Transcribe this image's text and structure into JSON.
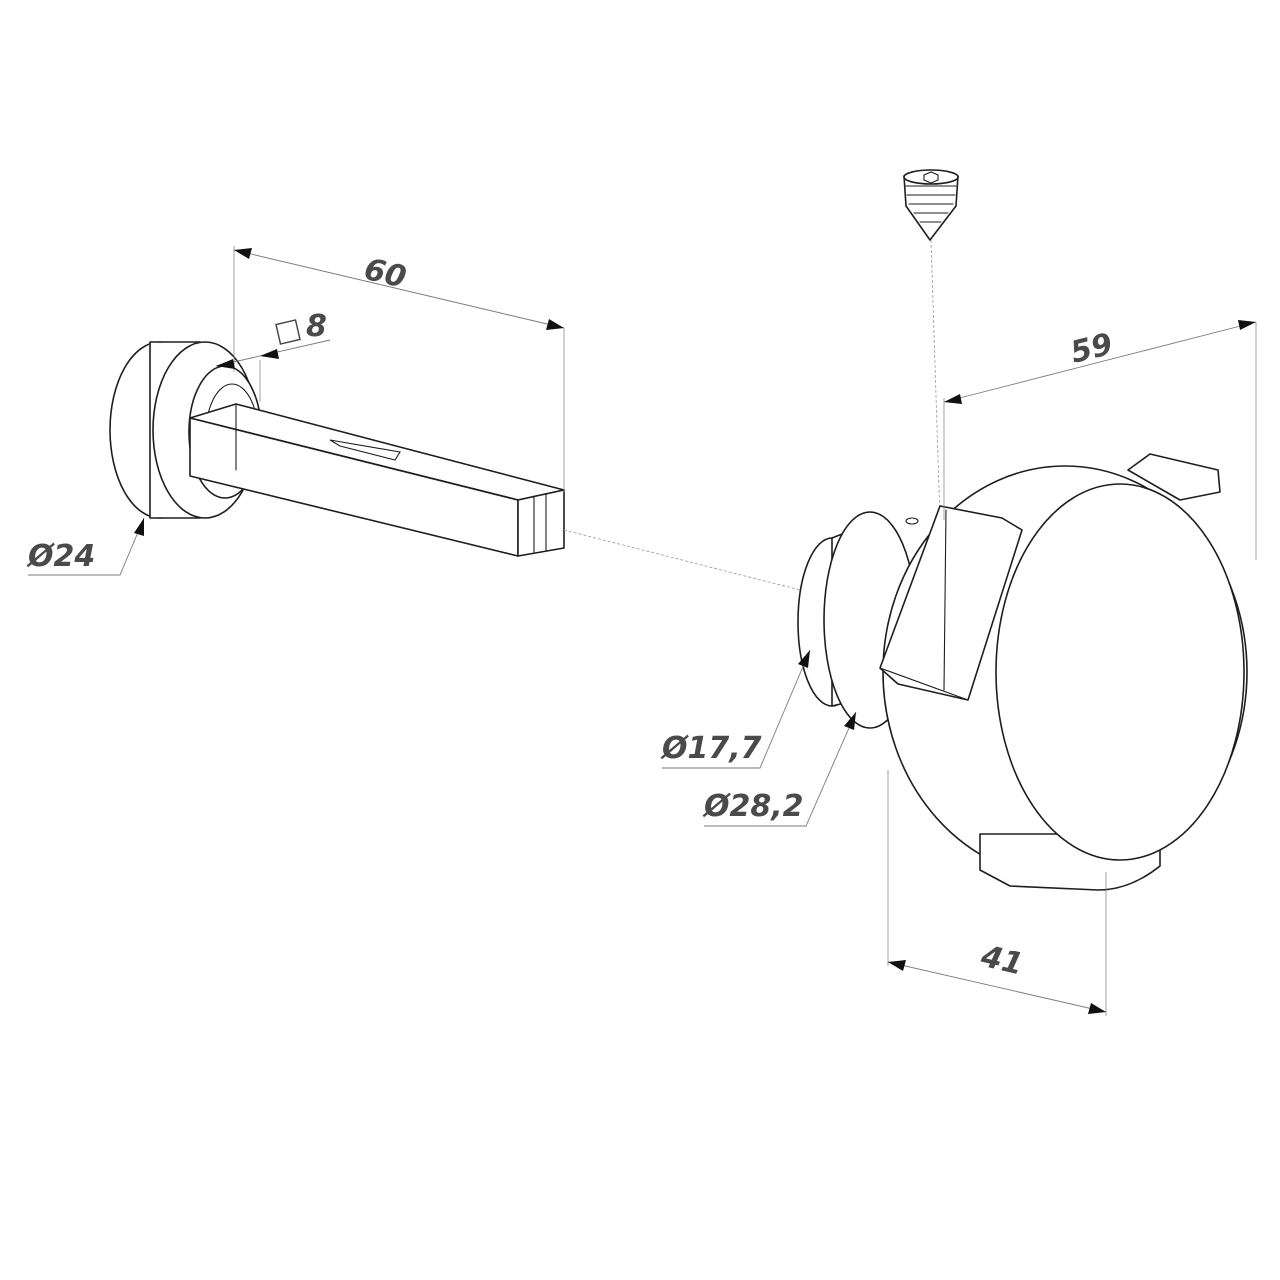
{
  "dimensions": {
    "spindle_length": "60",
    "spindle_square": "8",
    "rose_diameter": "Ø24",
    "knob_depth": "59",
    "neck_diameter": "Ø17,7",
    "base_diameter": "Ø28,2",
    "knob_width": "41"
  },
  "colors": {
    "line": "#1e1e1e",
    "dimension_text": "#4a4a4a",
    "dimension_line": "#7a7a7a",
    "arrow": "#111111"
  }
}
